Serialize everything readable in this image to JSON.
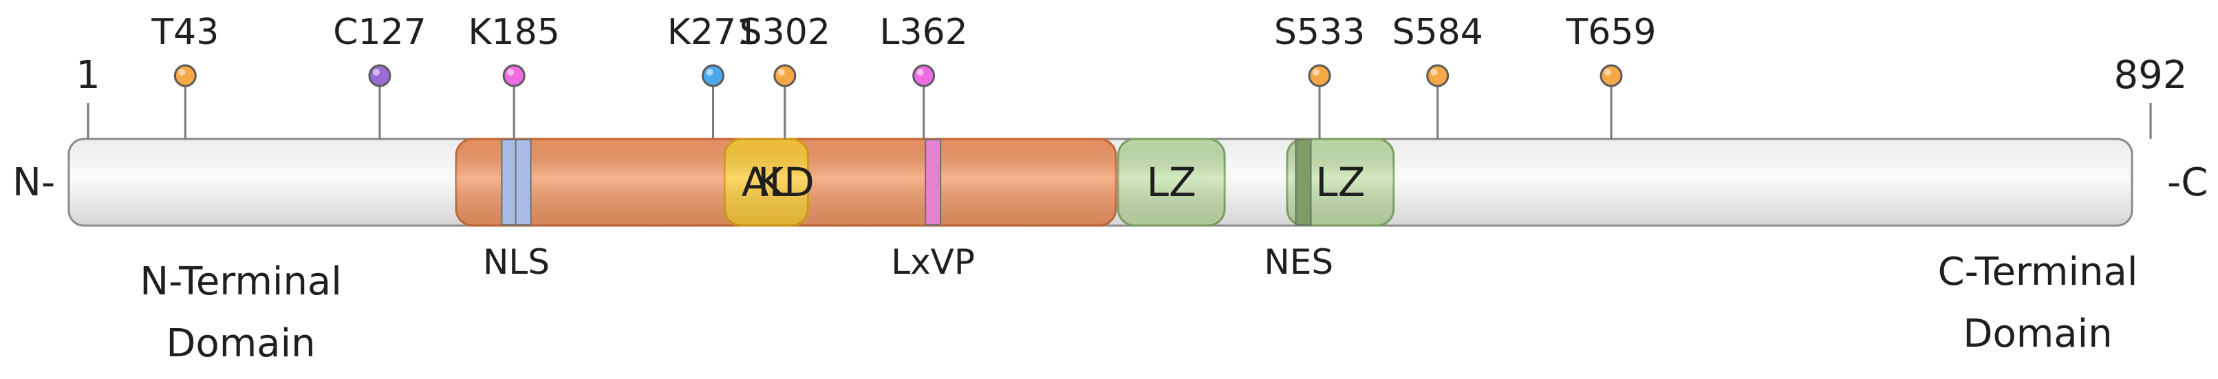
{
  "protein": {
    "start_label": "1",
    "end_label": "892",
    "n_label": "N-",
    "c_label": "-C",
    "length": 892
  },
  "domains": [
    {
      "name": "kd",
      "label": "KD",
      "start": 160,
      "end": 445,
      "color": "#f39a68",
      "border": "#c76a38"
    },
    {
      "name": "al",
      "label": "AL",
      "start": 276,
      "end": 312,
      "color": "#fecb3a",
      "border": "#d49a1a"
    },
    {
      "name": "lz1",
      "label": "LZ",
      "start": 446,
      "end": 492,
      "color": "#c6e3ae",
      "border": "#7ea364"
    },
    {
      "name": "lz2",
      "label": "LZ",
      "start": 519,
      "end": 565,
      "color": "#c6e3ae",
      "border": "#7ea364"
    }
  ],
  "motifs": [
    {
      "name": "nls-1",
      "pos": 183,
      "color": "#a7bde6"
    },
    {
      "name": "nls-2",
      "pos": 189,
      "color": "#a7bde6"
    },
    {
      "name": "lxvp",
      "pos": 366,
      "color": "#e681d2"
    },
    {
      "name": "nes",
      "pos": 526,
      "color": "#7f9c66"
    }
  ],
  "motif_labels": [
    {
      "name": "nls-label",
      "label": "NLS",
      "pos": 186
    },
    {
      "name": "lxvp-label",
      "label": "LxVP",
      "pos": 366
    },
    {
      "name": "nes-label",
      "label": "NES",
      "pos": 524
    }
  ],
  "sites": [
    {
      "label": "T43",
      "pos": 43,
      "color": "#f6a746",
      "type": "T"
    },
    {
      "label": "C127",
      "pos": 127,
      "color": "#9b6bd6",
      "type": "C"
    },
    {
      "label": "K185",
      "pos": 185,
      "color": "#f06be3",
      "type": "K"
    },
    {
      "label": "K271",
      "pos": 271,
      "color": "#4aa8ec",
      "type": "K"
    },
    {
      "label": "S302",
      "pos": 302,
      "color": "#f6a746",
      "type": "S"
    },
    {
      "label": "L362",
      "pos": 362,
      "color": "#f06be3",
      "type": "L"
    },
    {
      "label": "S533",
      "pos": 533,
      "color": "#f6a746",
      "type": "S"
    },
    {
      "label": "S584",
      "pos": 584,
      "color": "#f6a746",
      "type": "S"
    },
    {
      "label": "T659",
      "pos": 659,
      "color": "#f6a746",
      "type": "T"
    }
  ],
  "region_labels": {
    "n_terminal_line1": "N-Terminal",
    "n_terminal_line2": "Domain",
    "c_terminal_line1": "C-Terminal",
    "c_terminal_line2": "Domain"
  }
}
